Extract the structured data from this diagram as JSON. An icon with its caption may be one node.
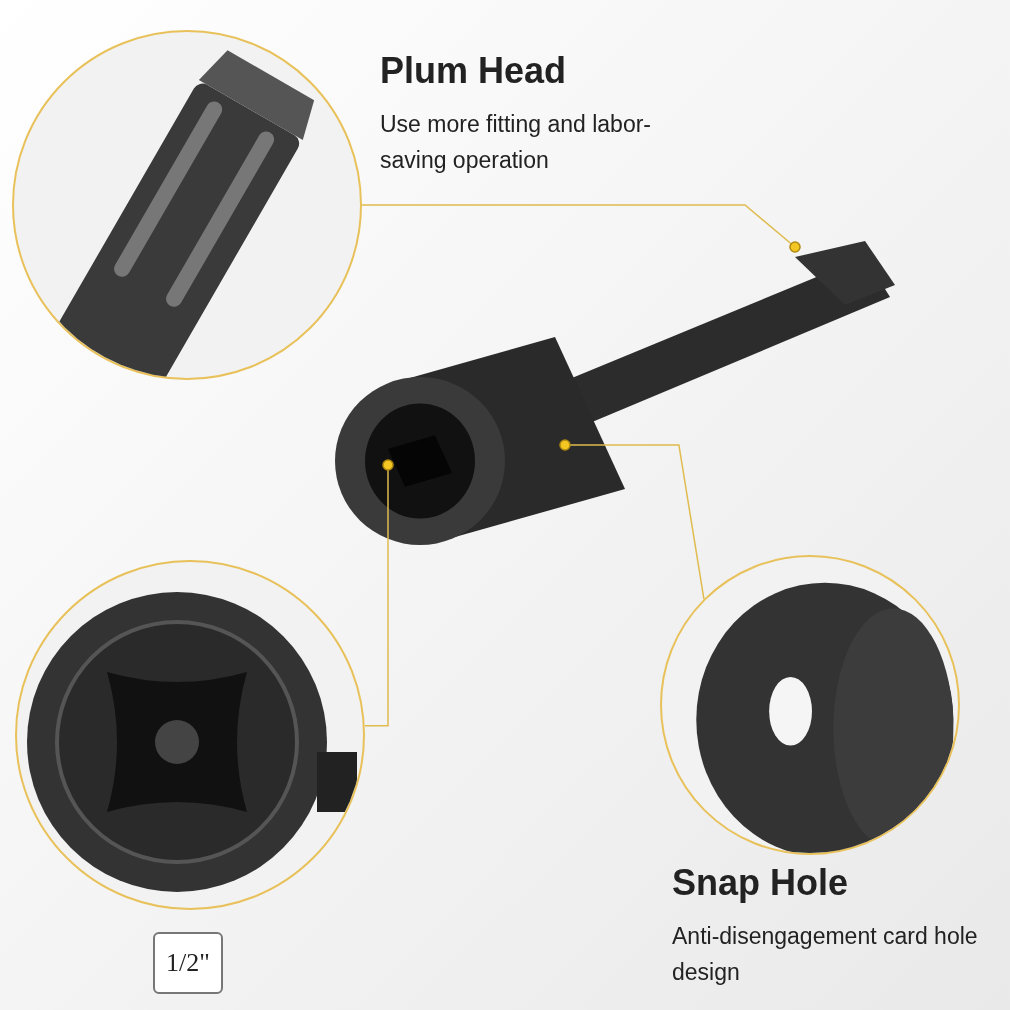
{
  "diagram": {
    "nodes": [
      {
        "text": [],
        "shape": "picture",
        "beside": [
          "Plum Head",
          "Use more fitting and labor-saving operation"
        ]
      },
      {
        "text": [],
        "shape": "picture"
      },
      {
        "text": [],
        "shape": "picture"
      },
      {
        "text": [],
        "shape": "picture",
        "beside": [
          "Snap Hole",
          "Anti-disengagement card hole design"
        ]
      },
      {
        "text": [
          "1/2\""
        ]
      }
    ],
    "edges": [
      {
        "from": 0,
        "to": 1,
        "arrow": "other"
      },
      {
        "from": 2,
        "to": 1,
        "arrow": "other"
      },
      {
        "from": 3,
        "to": 1,
        "arrow": "other"
      }
    ]
  }
}
